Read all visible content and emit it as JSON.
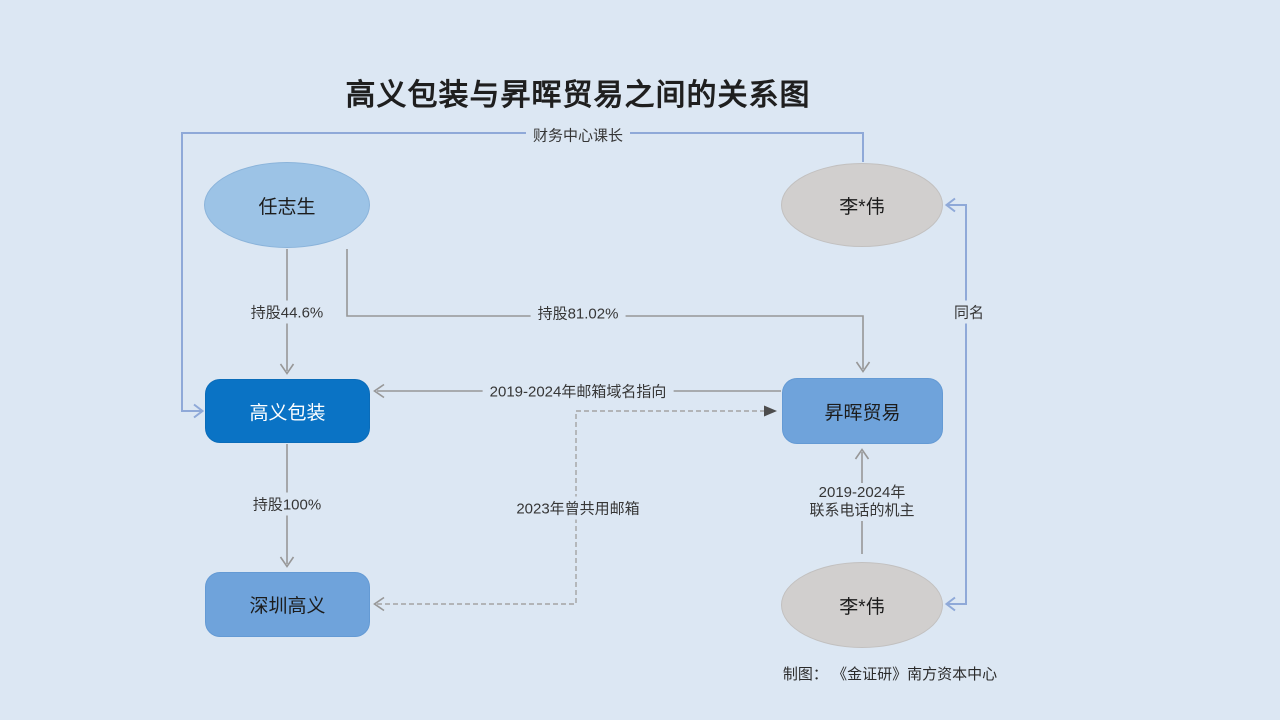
{
  "title": "高义包装与昇晖贸易之间的关系图",
  "credit": "制图： 《金证研》南方资本中心",
  "nodes": {
    "ren_zhisheng": {
      "label": "任志生"
    },
    "li_wei_top": {
      "label": "李*伟"
    },
    "gaoyi_packaging": {
      "label": "高义包装"
    },
    "shenghui_trading": {
      "label": "昇晖贸易"
    },
    "shenzhen_gaoyi": {
      "label": "深圳高义"
    },
    "li_wei_bottom": {
      "label": "李*伟"
    }
  },
  "edges": {
    "finance_chief": {
      "label": "财务中心课长"
    },
    "hold_44_6": {
      "label": "持股44.6%"
    },
    "hold_81_02": {
      "label": "持股81.02%"
    },
    "same_name": {
      "label": "同名"
    },
    "email_domain": {
      "label": "2019-2024年邮箱域名指向"
    },
    "hold_100": {
      "label": "持股100%"
    },
    "shared_email": {
      "label": "2023年曾共用邮箱"
    },
    "phone_owner": {
      "line1": "2019-2024年",
      "line2": "联系电话的机主"
    }
  },
  "colors": {
    "background": "#dce7f3",
    "primary_box": "#0a73c5",
    "secondary_box": "#6fa3db",
    "person_ellipse": "#9cc3e6",
    "gray_ellipse": "#d1cfce",
    "blue_connector": "#8fa9d8",
    "gray_connector": "#979797"
  }
}
